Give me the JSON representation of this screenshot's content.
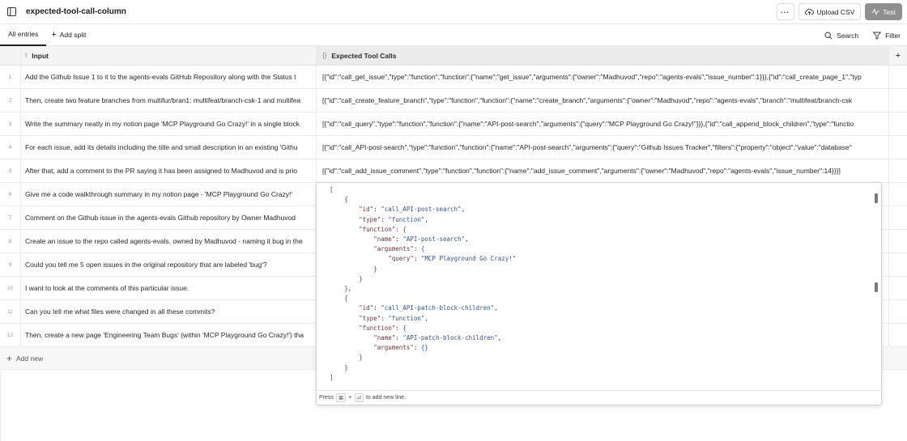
{
  "header": {
    "title": "expected-tool-call-column",
    "more_label": "···",
    "upload_label": "Upload CSV",
    "test_label": "Test"
  },
  "subbar": {
    "tab_all": "All entries",
    "add_split": "Add split",
    "search": "Search",
    "filter": "Filter"
  },
  "table": {
    "columns": {
      "input": "Input",
      "tools": "Expected Tool Calls"
    },
    "rows": [
      {
        "n": "1",
        "input": "Add the Github Issue 1 to it to the agents-evals GitHub Repository along with the Status t",
        "tools": "[{\"id\":\"call_get_issue\",\"type\":\"function\",\"function\":{\"name\":\"get_issue\",\"arguments\":{\"owner\":\"Madhuvod\",\"repo\":\"agents-evals\",\"issue_number\":1}}},{\"id\":\"call_create_page_1\",\"typ"
      },
      {
        "n": "2",
        "input": "Then, create two feature branches from multifur/bran1: multifeat/branch-csk-1 and multifea",
        "tools": "[{\"id\":\"call_create_feature_branch\",\"type\":\"function\",\"function\":{\"name\":\"create_branch\",\"arguments\":{\"owner\":\"Madhuvod\",\"repo\":\"agents-evals\",\"branch\":\"multifeat/branch-csk"
      },
      {
        "n": "3",
        "input": "Write the summary neatly in my notion page 'MCP Playground Go Crazy!' in a single block",
        "tools": "[{\"id\":\"call_query\",\"type\":\"function\",\"function\":{\"name\":\"API-post-search\",\"arguments\":{\"query\":\"MCP Playground Go Crazy!\"}}},{\"id\":\"call_append_block_children\",\"type\":\"functio"
      },
      {
        "n": "4",
        "input": "For each issue, add its details including the title and small description in an existing 'Githu",
        "tools": "[{\"id\":\"call_API-post-search\",\"type\":\"function\",\"function\":{\"name\":\"API-post-search\",\"arguments\":{\"query\":\"Github Issues Tracker\",\"filters\":{\"property\":\"object\",\"value\":\"database\""
      },
      {
        "n": "5",
        "input": "After that, add a comment to the PR saying it has been assigned to Madhuvod and is prio",
        "tools": "[{\"id\":\"call_add_issue_comment\",\"type\":\"function\",\"function\":{\"name\":\"add_issue_comment\",\"arguments\":{\"owner\":\"Madhuvod\",\"repo\":\"agents-evals\",\"issue_number\":14}}}]"
      },
      {
        "n": "6",
        "input": "Give me a code walkthrough summary in my notion page - 'MCP Playground Go Crazy!'",
        "tools": ""
      },
      {
        "n": "7",
        "input": "Comment on the Github issue in the agents-evals Github repository by Owner Madhuvod",
        "tools": ""
      },
      {
        "n": "8",
        "input": "Create an issue to the repo called agents-evals, owned by Madhuvod - naming it bug in the",
        "tools": ""
      },
      {
        "n": "9",
        "input": "Could you tell me 5 open issues in the original repository that are labeled 'bug'?",
        "tools": ""
      },
      {
        "n": "10",
        "input": "I want to look at the comments of this particular issue.",
        "tools": ""
      },
      {
        "n": "11",
        "input": "Can you tell me what files were changed in all these commits?",
        "tools": ""
      },
      {
        "n": "12",
        "input": "Then, create a new page 'Engineering Team Bugs' (within 'MCP Playground Go Crazy!') tha",
        "tools": ""
      }
    ],
    "add_new": "Add new"
  },
  "editor": {
    "tokens": {
      "id": "\"id\"",
      "type": "\"type\"",
      "function": "\"function\"",
      "name": "\"name\"",
      "arguments": "\"arguments\"",
      "query": "\"query\"",
      "id1": "\"call_API-post-search\"",
      "fn": "\"function\"",
      "name1": "\"API-post-search\"",
      "query1": "\"MCP Playground Go Crazy!\"",
      "id2": "\"call_API-patch-block-children\"",
      "name2": "\"API-patch-block-children\""
    },
    "footer": {
      "press": "Press",
      "cmd": "⌘",
      "plus": "+",
      "enter": "⏎",
      "suffix": "to add new line."
    }
  }
}
